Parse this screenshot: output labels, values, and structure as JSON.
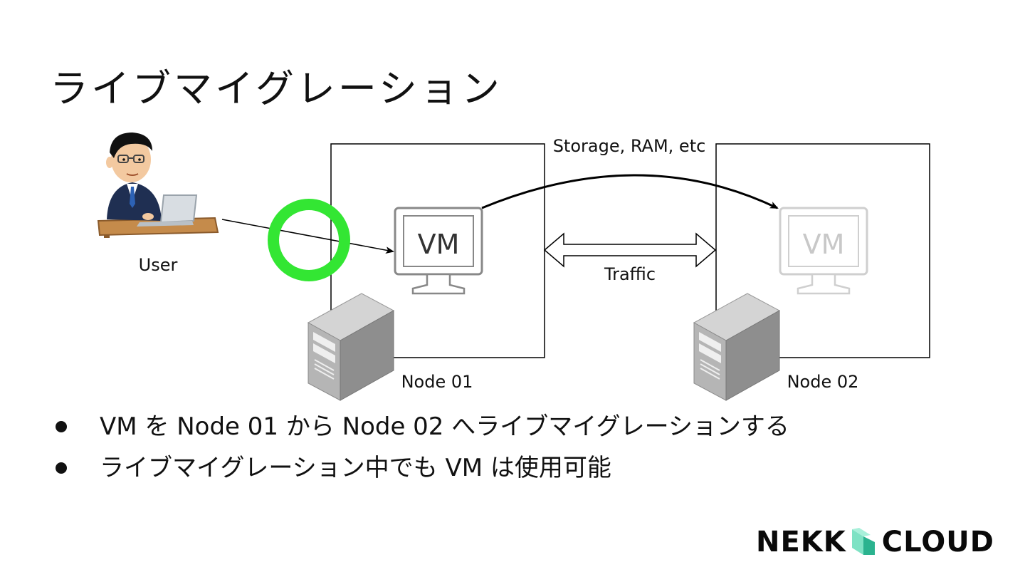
{
  "slide": {
    "title": "ライブマイグレーション"
  },
  "diagram": {
    "user_label": "User",
    "node1_label": "Node 01",
    "node2_label": "Node 02",
    "vm_source_label": "VM",
    "vm_dest_label": "VM",
    "transfer_label": "Storage, RAM, etc",
    "traffic_label": "Traffic",
    "colors": {
      "highlight_ring": "#33e633",
      "vm_ghost": "#cfcfcf",
      "line": "#000000"
    }
  },
  "bullets": [
    "VM を Node 01 から Node 02 へライブマイグレーションする",
    "ライブマイグレーション中でも VM は使用可能"
  ],
  "logo": {
    "left_text": "NEKK",
    "right_text": "CLOUD",
    "mark_colors": [
      "#7ee2c4",
      "#2bb38f"
    ]
  }
}
